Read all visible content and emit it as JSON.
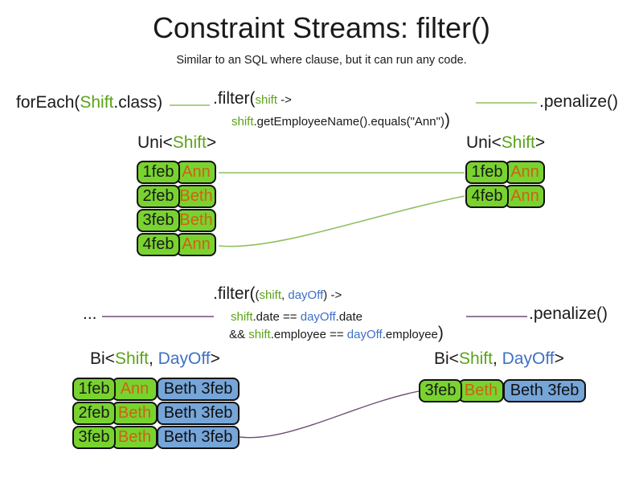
{
  "slide": {
    "title": "Constraint Streams: filter()",
    "subtitle": "Similar to an SQL where clause, but it can run any code."
  },
  "colors": {
    "code_green": "#5ba319",
    "code_blue": "#3e70c4",
    "box_green": "#79d32f",
    "box_blue": "#76a5d8",
    "employee_orange": "#cf6114",
    "connector_green": "#8fc05e",
    "connector_purple": "#6e4e77",
    "border_black": "#111111",
    "text_black": "#1a1a1a"
  },
  "top": {
    "source": [
      {
        "t": "forEach("
      },
      {
        "t": "Shift",
        "cls": "green"
      },
      {
        "t": ".class)"
      }
    ],
    "filter_line1": [
      {
        "t": ".filter("
      },
      {
        "t": "shift",
        "cls": "green small"
      },
      {
        "t": " ->",
        "cls": "small"
      }
    ],
    "filter_line2": [
      {
        "t": "shift",
        "cls": "green small"
      },
      {
        "t": ".getEmployeeName().equals(\"Ann\")",
        "cls": "small"
      },
      {
        "t": ")"
      }
    ],
    "penalize": ".penalize()",
    "left_label": [
      {
        "t": "Uni<"
      },
      {
        "t": "Shift",
        "cls": "green"
      },
      {
        "t": ">"
      }
    ],
    "right_label": [
      {
        "t": "Uni<"
      },
      {
        "t": "Shift",
        "cls": "green"
      },
      {
        "t": ">"
      }
    ],
    "left_table": {
      "rows": [
        {
          "date": "1feb",
          "name": "Ann"
        },
        {
          "date": "2feb",
          "name": "Beth"
        },
        {
          "date": "3feb",
          "name": "Beth"
        },
        {
          "date": "4feb",
          "name": "Ann"
        }
      ]
    },
    "right_table": {
      "rows": [
        {
          "date": "1feb",
          "name": "Ann"
        },
        {
          "date": "4feb",
          "name": "Ann"
        }
      ]
    }
  },
  "bottom": {
    "source": "...",
    "filter_line1": [
      {
        "t": ".filter("
      },
      {
        "t": "(",
        "cls": "small"
      },
      {
        "t": "shift",
        "cls": "green small"
      },
      {
        "t": ", ",
        "cls": "small"
      },
      {
        "t": "dayOff",
        "cls": "blue small"
      },
      {
        "t": ") ->",
        "cls": "small"
      }
    ],
    "filter_line2": [
      {
        "t": "shift",
        "cls": "green small"
      },
      {
        "t": ".date == ",
        "cls": "small"
      },
      {
        "t": "dayOff",
        "cls": "blue small"
      },
      {
        "t": ".date",
        "cls": "small"
      }
    ],
    "filter_line3": [
      {
        "t": "&& ",
        "cls": "small"
      },
      {
        "t": "shift",
        "cls": "green small"
      },
      {
        "t": ".employee == ",
        "cls": "small"
      },
      {
        "t": "dayOff",
        "cls": "blue small"
      },
      {
        "t": ".employee",
        "cls": "small"
      },
      {
        "t": ")"
      }
    ],
    "penalize": ".penalize()",
    "left_label": [
      {
        "t": "Bi<"
      },
      {
        "t": "Shift",
        "cls": "green"
      },
      {
        "t": ", "
      },
      {
        "t": "DayOff",
        "cls": "blue"
      },
      {
        "t": ">"
      }
    ],
    "right_label": [
      {
        "t": "Bi<"
      },
      {
        "t": "Shift",
        "cls": "green"
      },
      {
        "t": ", "
      },
      {
        "t": "DayOff",
        "cls": "blue"
      },
      {
        "t": ">"
      }
    ],
    "left_table": {
      "rows": [
        {
          "date": "1feb",
          "name": "Ann",
          "pair": "Beth 3feb"
        },
        {
          "date": "2feb",
          "name": "Beth",
          "pair": "Beth 3feb"
        },
        {
          "date": "3feb",
          "name": "Beth",
          "pair": "Beth 3feb"
        }
      ]
    },
    "right_table": {
      "rows": [
        {
          "date": "3feb",
          "name": "Beth",
          "pair": "Beth 3feb"
        }
      ]
    }
  }
}
